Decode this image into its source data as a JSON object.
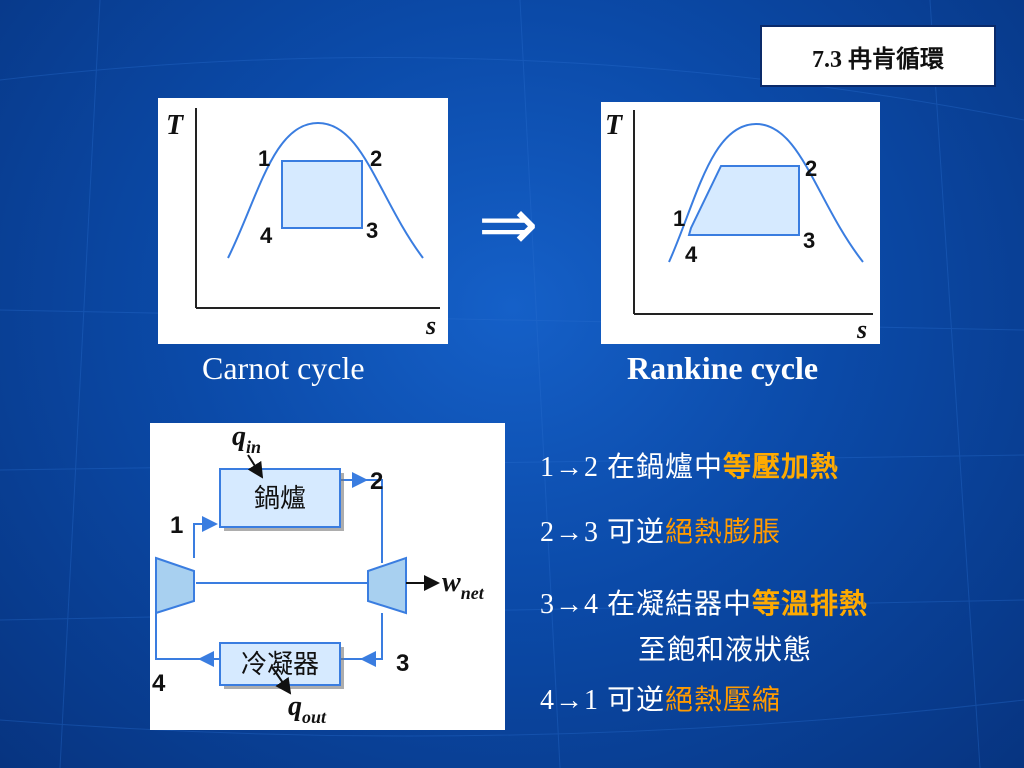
{
  "title": "7.3 冉肯循環",
  "carnot": {
    "axis_t": "T",
    "axis_s": "s",
    "points": [
      "1",
      "2",
      "3",
      "4"
    ],
    "caption": "Carnot cycle"
  },
  "rankine": {
    "axis_t": "T",
    "axis_s": "s",
    "points": [
      "1",
      "2",
      "3",
      "4"
    ],
    "caption": "Rankine cycle"
  },
  "implies_symbol": "⇒",
  "schematic": {
    "boiler_label": "鍋爐",
    "condenser_label": "冷凝器",
    "q_in": "q",
    "q_in_sub": "in",
    "q_out": "q",
    "q_out_sub": "out",
    "w_net": "w",
    "w_net_sub": "net",
    "points": [
      "1",
      "2",
      "3",
      "4"
    ]
  },
  "steps": [
    {
      "prefix": "1→2 在鍋爐中",
      "highlight": "等壓加熱"
    },
    {
      "prefix": "2→3 可逆",
      "highlight": "絕熱膨脹"
    },
    {
      "prefix": "3→4 在凝結器中",
      "highlight": "等溫排熱",
      "continuation": "至飽和液狀態"
    },
    {
      "prefix": "4→1 可逆",
      "highlight": "絕熱壓縮"
    }
  ],
  "colors": {
    "background": "#0b4aa8",
    "highlight": "#ff9a00",
    "curve": "#3a7de0",
    "fill": "#d6eaff"
  }
}
